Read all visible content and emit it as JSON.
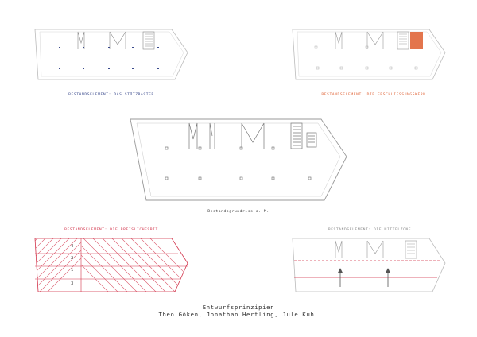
{
  "plans": {
    "top_left": {
      "caption": "BESTANDSELEMENT: DAS STÜTZRASTER",
      "color": "#3a4a8c"
    },
    "top_right": {
      "caption": "BESTANDSELEMENT: DIE ERSCHLIESSUNGSKERN",
      "color": "#e0663a"
    },
    "center": {
      "caption": "Bestandsgrundriss o. M.",
      "color": "#333333"
    },
    "bottom_left": {
      "caption": "BESTANDSELEMENT: DIE BREISLICHESBIT",
      "color": "#d2334a",
      "zone_labels": [
        "4",
        "2",
        "1",
        "3"
      ]
    },
    "bottom_right": {
      "caption": "BESTANDSELEMENT: DIE MITTELZONE",
      "color": "#888888"
    }
  },
  "title": {
    "line1": "Entwurfsprinzipien",
    "line2": "Theo Göken, Jonathan Hertling, Jule Kuhl"
  }
}
